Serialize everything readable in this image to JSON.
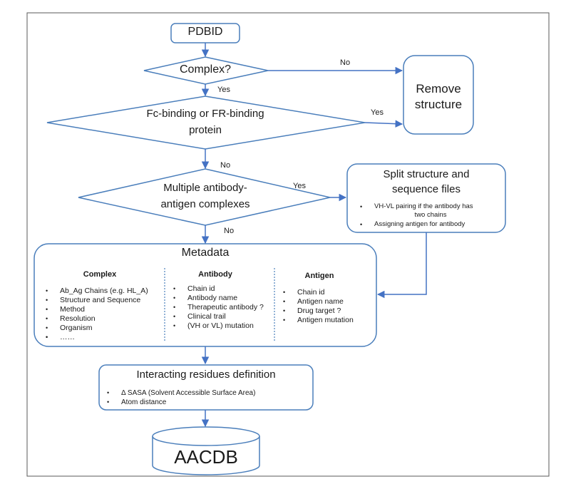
{
  "start": "PDBID",
  "decisions": {
    "complex": "Complex?",
    "fc_binding": [
      "Fc-binding  or FR-binding",
      "protein"
    ],
    "multiple": [
      "Multiple  antibody-",
      "antigen complexes"
    ]
  },
  "edge_labels": {
    "complex_no": "No",
    "complex_yes": "Yes",
    "fc_yes": "Yes",
    "fc_no": "No",
    "multi_yes": "Yes",
    "multi_no": "No"
  },
  "remove": [
    "Remove",
    "structure"
  ],
  "split": {
    "title": [
      "Split structure and",
      "sequence files"
    ],
    "items": [
      "VH-VL pairing if  the antibody has",
      "two chains",
      "Assigning antigen for antibody"
    ]
  },
  "metadata": {
    "title": "Metadata",
    "complex": {
      "heading": "Complex",
      "items": [
        "Ab_Ag Chains (e.g. HL_A)",
        "Structure  and Sequence",
        "Method",
        "Resolution",
        "Organism",
        "……"
      ]
    },
    "antibody": {
      "heading": "Antibody",
      "items": [
        "Chain id",
        "Antibody name",
        "Therapeutic antibody ?",
        "Clinical trail",
        "(VH or VL) mutation"
      ]
    },
    "antigen": {
      "heading": "Antigen",
      "items": [
        "Chain id",
        "Antigen name",
        "Drug target ?",
        "Antigen mutation"
      ]
    }
  },
  "interacting": {
    "title": "Interacting residues definition",
    "items": [
      "Δ SASA (Solvent Accessible Surface Area)",
      "Atom distance"
    ]
  },
  "database": "AACDB",
  "colors": {
    "stroke": "#4a7ebb",
    "arrow": "#4472c4",
    "frame": "#595959",
    "text": "#1a1a1a"
  }
}
